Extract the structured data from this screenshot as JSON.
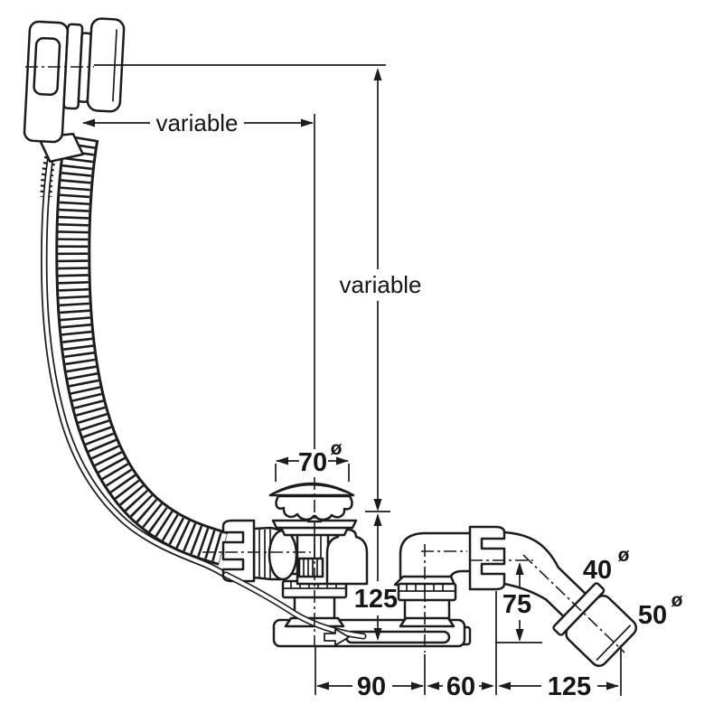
{
  "drawing": {
    "type": "bath-waste-overflow-technical-diagram",
    "colors": {
      "line": "#1c1c1c",
      "background": "#ffffff"
    },
    "labels": {
      "top_span": "variable",
      "height_span": "variable",
      "plug_diameter": "70",
      "diameter_symbol": "ø",
      "under_bath_height": "125",
      "outlet_drop": "75",
      "bottom_offset_left": "90",
      "bottom_offset_mid": "60",
      "bottom_offset_right": "125",
      "outlet_pipe_diameter": "40",
      "outlet_sleeve_diameter": "50"
    }
  }
}
